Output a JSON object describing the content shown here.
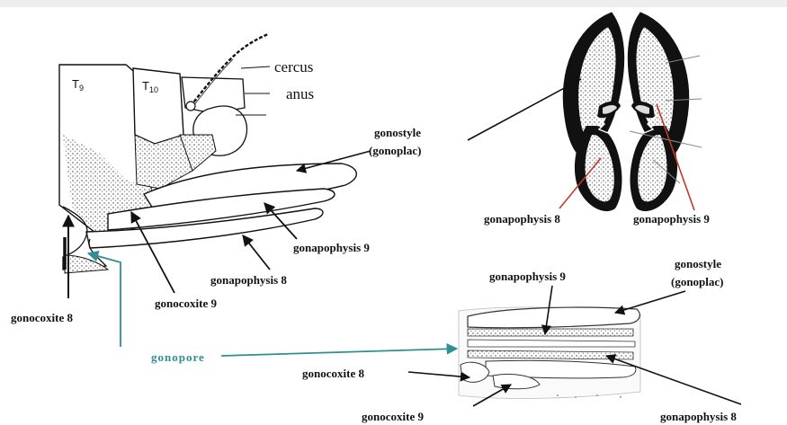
{
  "colors": {
    "ink": "#111111",
    "teal_line": "#2e8f94",
    "red_line": "#c0392b",
    "stipple": "#9a9a9a",
    "background": "#ffffff"
  },
  "lateral_view": {
    "tergite_9": "T",
    "tergite_9_sub": "9",
    "tergite_10": "T",
    "tergite_10_sub": "10",
    "cercus": "cercus",
    "anus": "anus",
    "gonostyle": "gonostyle",
    "gonoplac": "(gonoplac)",
    "gonapophysis_9": "gonapophysis 9",
    "gonapophysis_8": "gonapophysis 8",
    "gonocoxite_9": "gonocoxite 9",
    "gonocoxite_8": "gonocoxite 8",
    "gonopore": "gonopore"
  },
  "cross_section": {
    "gonapophysis_8": "gonapophysis 8",
    "gonapophysis_9": "gonapophysis 9"
  },
  "ventral_view": {
    "gonapophysis_9": "gonapophysis 9",
    "gonostyle": "gonostyle",
    "gonoplac": "(gonoplac)",
    "gonocoxite_8": "gonocoxite 8",
    "gonocoxite_9": "gonocoxite 9",
    "gonapophysis_8": "gonapophysis 8"
  }
}
